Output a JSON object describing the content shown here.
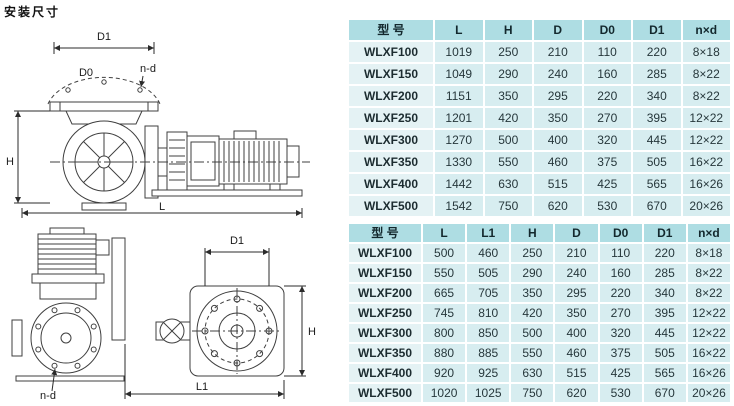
{
  "page": {
    "title": "安装尺寸"
  },
  "colors": {
    "header_bg": "#aedde3",
    "cell_bg": "#d7edf0",
    "model_bg": "#e4f2f4",
    "grid": "#ffffff",
    "text": "#1f2a2e",
    "line": "#3f3f3f"
  },
  "table1": {
    "headers": [
      "型 号",
      "L",
      "H",
      "D",
      "D0",
      "D1",
      "n×d"
    ],
    "rows": [
      [
        "WLXF100",
        "1019",
        "250",
        "210",
        "110",
        "220",
        "8×18"
      ],
      [
        "WLXF150",
        "1049",
        "290",
        "240",
        "160",
        "285",
        "8×22"
      ],
      [
        "WLXF200",
        "1151",
        "350",
        "295",
        "220",
        "340",
        "8×22"
      ],
      [
        "WLXF250",
        "1201",
        "420",
        "350",
        "270",
        "395",
        "12×22"
      ],
      [
        "WLXF300",
        "1270",
        "500",
        "400",
        "320",
        "445",
        "12×22"
      ],
      [
        "WLXF350",
        "1330",
        "550",
        "460",
        "375",
        "505",
        "16×22"
      ],
      [
        "WLXF400",
        "1442",
        "630",
        "515",
        "425",
        "565",
        "16×26"
      ],
      [
        "WLXF500",
        "1542",
        "750",
        "620",
        "530",
        "670",
        "20×26"
      ]
    ]
  },
  "table2": {
    "headers": [
      "型 号",
      "L",
      "L1",
      "H",
      "D",
      "D0",
      "D1",
      "n×d"
    ],
    "rows": [
      [
        "WLXF100",
        "500",
        "460",
        "250",
        "210",
        "110",
        "220",
        "8×18"
      ],
      [
        "WLXF150",
        "550",
        "505",
        "290",
        "240",
        "160",
        "285",
        "8×22"
      ],
      [
        "WLXF200",
        "665",
        "705",
        "350",
        "295",
        "220",
        "340",
        "8×22"
      ],
      [
        "WLXF250",
        "745",
        "810",
        "420",
        "350",
        "270",
        "395",
        "12×22"
      ],
      [
        "WLXF300",
        "800",
        "850",
        "500",
        "400",
        "320",
        "445",
        "12×22"
      ],
      [
        "WLXF350",
        "880",
        "885",
        "550",
        "460",
        "375",
        "505",
        "16×22"
      ],
      [
        "WLXF400",
        "920",
        "925",
        "630",
        "515",
        "425",
        "565",
        "16×26"
      ],
      [
        "WLXF500",
        "1020",
        "1025",
        "750",
        "620",
        "530",
        "670",
        "20×26"
      ]
    ]
  },
  "drawing_top": {
    "labels": {
      "d1": "D1",
      "d0": "D0",
      "nd": "n-d",
      "h": "H",
      "l": "L"
    }
  },
  "drawing_bottom": {
    "labels": {
      "d1": "D1",
      "nd": "n-d",
      "h": "H",
      "l1": "L1"
    }
  }
}
